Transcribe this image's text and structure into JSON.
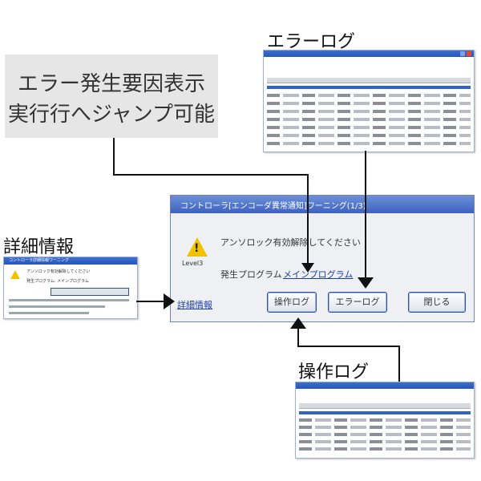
{
  "callout": {
    "line1": "エラー発生要因表示",
    "line2": "実行行へジャンプ可能"
  },
  "captions": {
    "error_log": "エラーログ",
    "details": "詳細情報",
    "operation_log": "操作ログ"
  },
  "dialog": {
    "title": "コントローラ[エンコーダ異常通知]ワーニング(1/3)",
    "message": "アンソロック有効解除してください",
    "program_label": "発生プログラム",
    "program_link": "メインプログラム",
    "level_label": "Level3",
    "details_link": "詳細情報",
    "buttons": [
      "操作ログ",
      "エラーログ",
      "閉じる"
    ]
  },
  "details_thumb": {
    "title": "コントローラ詳細情報ワーニング",
    "message": "アンソロック有効解除してください",
    "program_label": "発生プログラム: メインプログラム"
  },
  "colors": {
    "titlebar": "#3d62c0",
    "warning": "#f2c200",
    "callout_bg": "#e6e6e6",
    "arrow": "#111111"
  },
  "icons": [
    "warning-icon",
    "close-icon",
    "arrow-icon"
  ]
}
